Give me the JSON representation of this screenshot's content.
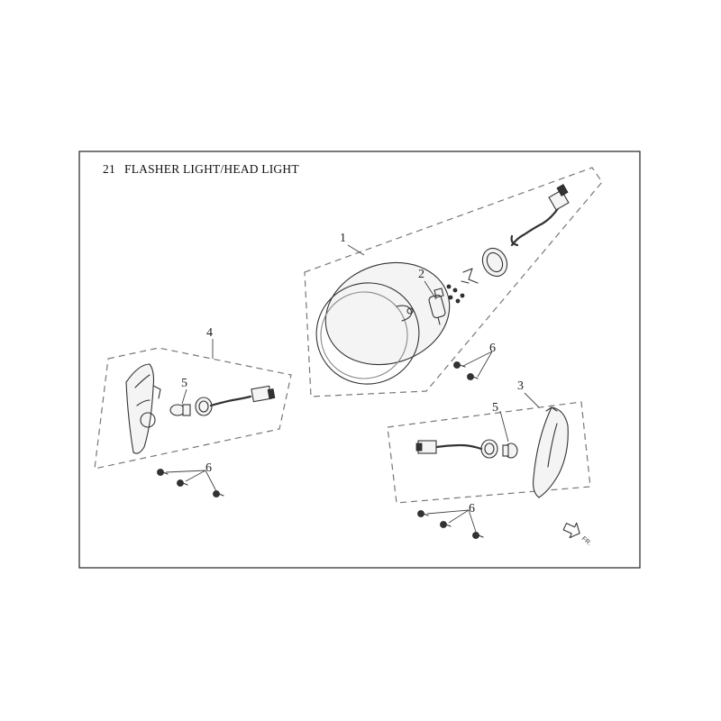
{
  "diagram": {
    "section_number": "21",
    "title": "FLASHER LIGHT/HEAD LIGHT",
    "callouts": [
      "1",
      "2",
      "3",
      "4",
      "5",
      "5",
      "6",
      "6",
      "6"
    ],
    "direction_label": "FR."
  }
}
